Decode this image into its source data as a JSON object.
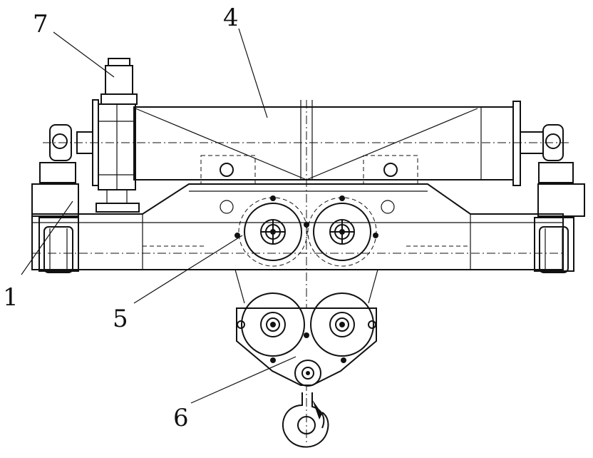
{
  "figure": {
    "callouts": [
      {
        "id": "c1",
        "label": "1"
      },
      {
        "id": "c4",
        "label": "4"
      },
      {
        "id": "c5",
        "label": "5"
      },
      {
        "id": "c6",
        "label": "6"
      },
      {
        "id": "c7",
        "label": "7"
      }
    ]
  }
}
